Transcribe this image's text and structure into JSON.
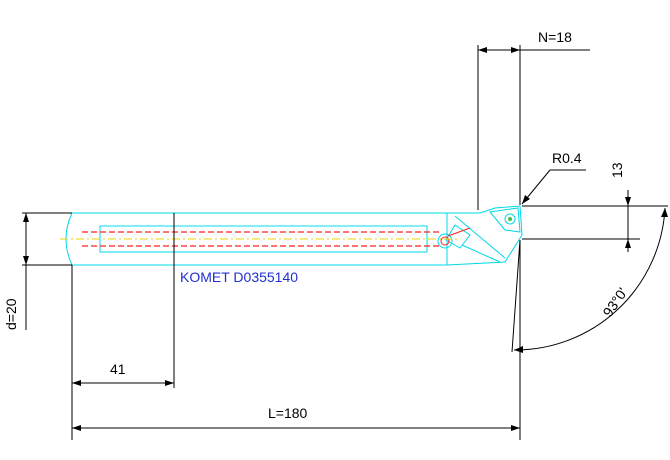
{
  "drawing": {
    "product_label": "KOMET D0355140",
    "dimensions": {
      "overall_length": "L=180",
      "shank_diameter": "d=20",
      "offset_length": "41",
      "head_width": "N=18",
      "nose_radius": "R0.4",
      "height": "13",
      "approach_angle": "93°0'"
    }
  },
  "colors": {
    "outline": "#00d8e8",
    "dimension": "#000000",
    "coolant": "#ff2020",
    "centerline": "#e8d800",
    "label": "#2030d0"
  }
}
